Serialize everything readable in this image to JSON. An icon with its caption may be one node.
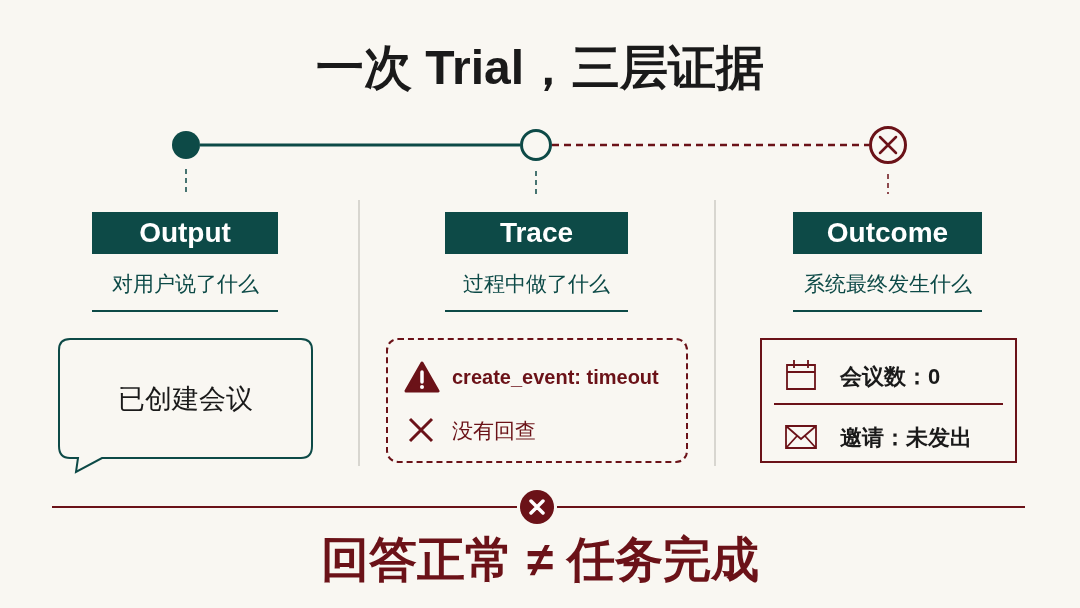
{
  "diagram": {
    "title": "一次 Trial，三层证据",
    "nodes": [
      {
        "text": [],
        "shape": "circle"
      },
      {
        "text": [],
        "shape": "circle"
      },
      {
        "text": [],
        "shape": "circle"
      },
      {
        "text": [
          "Output"
        ],
        "beside": [
          "对用户说了什么"
        ]
      },
      {
        "text": [
          "Trace"
        ],
        "beside": [
          "过程中做了什么"
        ]
      },
      {
        "text": [
          "Outcome"
        ],
        "beside": [
          "系统最终发生什么"
        ]
      },
      {
        "text": [
          "已创建会议"
        ]
      },
      {
        "text": [
          "create_event: timeout",
          "没有回查"
        ]
      },
      {
        "text": [
          "会议数：0",
          "邀请：未发出"
        ]
      }
    ],
    "edges": [
      {
        "from": 0,
        "to": 1,
        "arrow": "none"
      },
      {
        "from": 1,
        "to": 2,
        "arrow": "none",
        "style": "dashed",
        "color": "#6b1218"
      },
      {
        "from": 0,
        "to": 3,
        "arrow": "none",
        "style": "dashed"
      },
      {
        "from": 1,
        "to": 4,
        "arrow": "none",
        "style": "dashed"
      },
      {
        "from": 2,
        "to": 5,
        "arrow": "none",
        "style": "dashed",
        "color": "#6b1218"
      }
    ],
    "labels": [
      "回答正常 ≠ 任务完成"
    ]
  }
}
